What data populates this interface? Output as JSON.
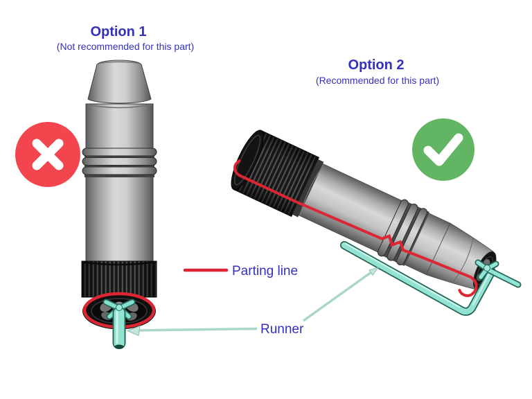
{
  "canvas": {
    "background": "#ffffff"
  },
  "text_color": "#3431ba",
  "option1": {
    "title": "Option 1",
    "subtitle": "(Not recommended for this part)",
    "badge_icon": "x-circle",
    "badge_color": "#f2454d",
    "part_orientation": "vertical",
    "parting_line_location": "around bottom face"
  },
  "option2": {
    "title": "Option 2",
    "subtitle": "(Recommended for this part)",
    "badge_icon": "check-circle",
    "badge_color": "#62b562",
    "part_orientation": "diagonal",
    "parting_line_location": "along part length"
  },
  "legend": {
    "parting_line": {
      "label": "Parting line",
      "color": "#dc2633"
    },
    "runner": {
      "label": "Runner",
      "color": "#93e3d3",
      "arrow_color": "#a9d6c6"
    }
  },
  "part_colors": {
    "body": "#c6c6c6",
    "knurl": "#1d1d1d"
  }
}
